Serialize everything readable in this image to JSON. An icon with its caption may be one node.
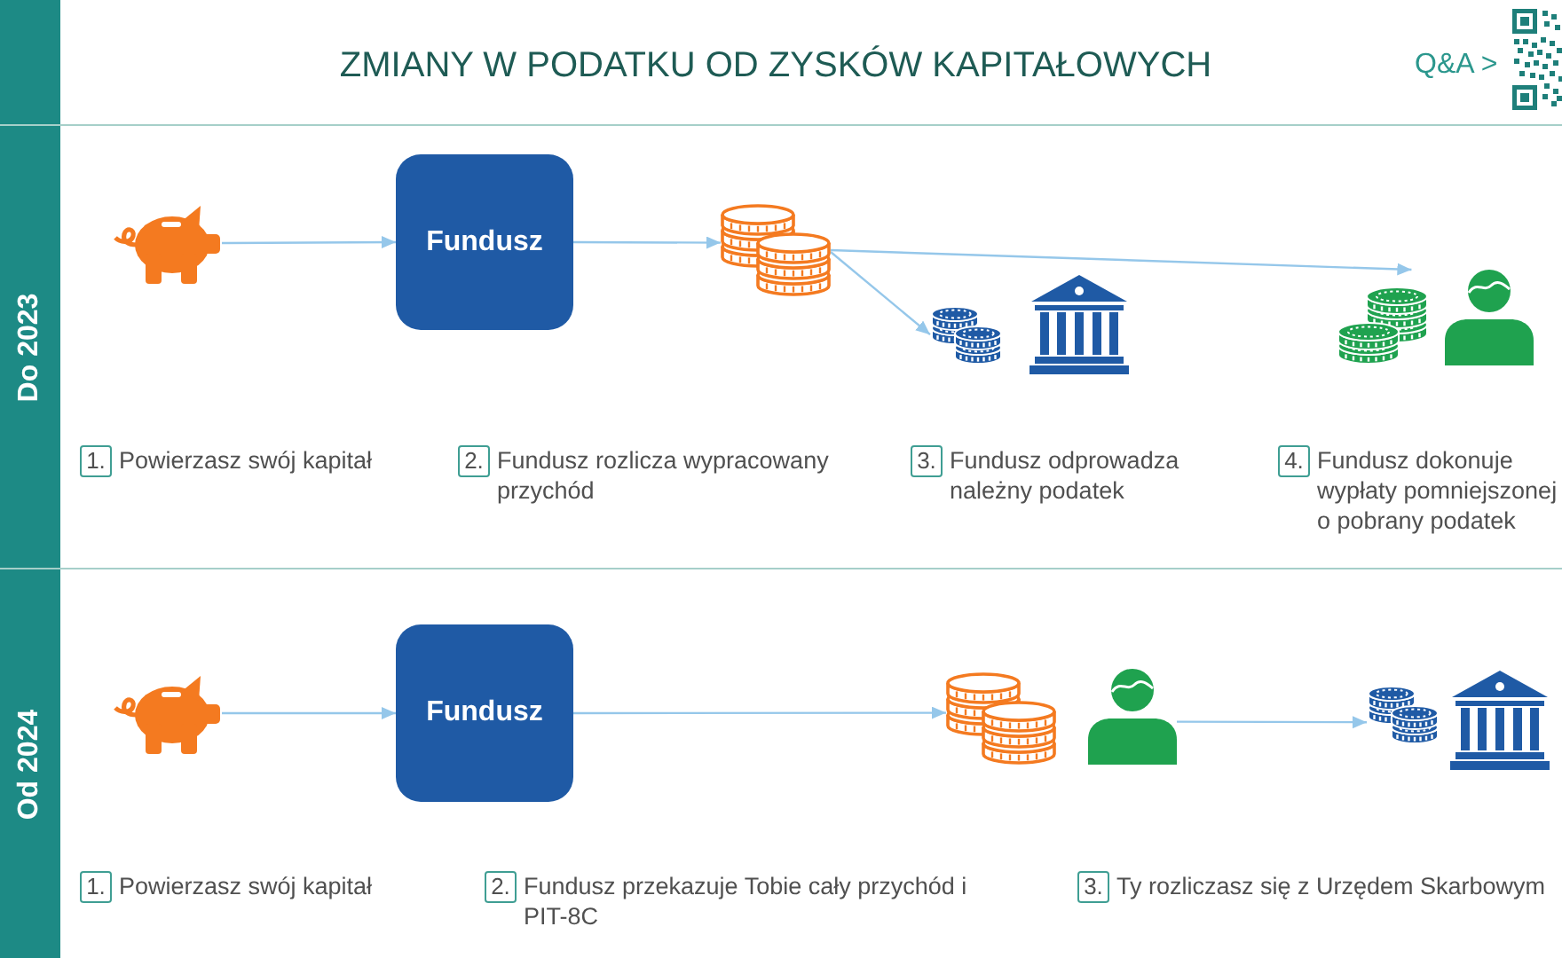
{
  "diagram": {
    "title": "ZMIANY W PODATKU OD ZYSKÓW KAPITAŁOWYCH",
    "nodes": [
      {
        "text": [
          "Do 2023"
        ]
      },
      {
        "text": [],
        "shape": "picture",
        "in": 0,
        "beside": [
          "1.",
          "Powierzasz swój kapitał"
        ]
      },
      {
        "text": [
          "Fundusz"
        ],
        "in": 0,
        "beside": [
          "2.",
          "Fundusz rozlicza wypracowany przychód"
        ]
      },
      {
        "text": [],
        "shape": "picture",
        "in": 0
      },
      {
        "text": [],
        "shape": "picture",
        "in": 0,
        "beside": [
          "3.",
          "Fundusz odprowadza należny podatek"
        ]
      },
      {
        "text": [],
        "shape": "picture",
        "in": 0,
        "beside": [
          "4.",
          "Fundusz dokonuje wypłaty pomniejszonej o pobrany podatek"
        ]
      },
      {
        "text": [
          "Od 2024"
        ]
      },
      {
        "text": [],
        "shape": "picture",
        "in": 6,
        "beside": [
          "1.",
          "Powierzasz swój kapitał"
        ]
      },
      {
        "text": [
          "Fundusz"
        ],
        "in": 6,
        "beside": [
          "2.",
          "Fundusz przekazuje Tobie cały przychód i PIT-8C"
        ]
      },
      {
        "text": [],
        "shape": "picture",
        "in": 6,
        "beside": [
          "3.",
          "Ty rozliczasz się z Urzędem Skarbowym"
        ]
      },
      {
        "text": [],
        "shape": "picture",
        "in": 6
      }
    ],
    "edges": [
      {
        "from": 1,
        "to": 2,
        "arrow": "to"
      },
      {
        "from": 2,
        "to": 3,
        "arrow": "to"
      },
      {
        "from": 3,
        "to": 4,
        "arrow": "to"
      },
      {
        "from": 3,
        "to": 5,
        "arrow": "to"
      },
      {
        "from": 7,
        "to": 8,
        "arrow": "to"
      },
      {
        "from": 8,
        "to": 9,
        "arrow": "to"
      },
      {
        "from": 9,
        "to": 10,
        "arrow": "to"
      }
    ],
    "labels": [
      "Q&A >"
    ]
  }
}
